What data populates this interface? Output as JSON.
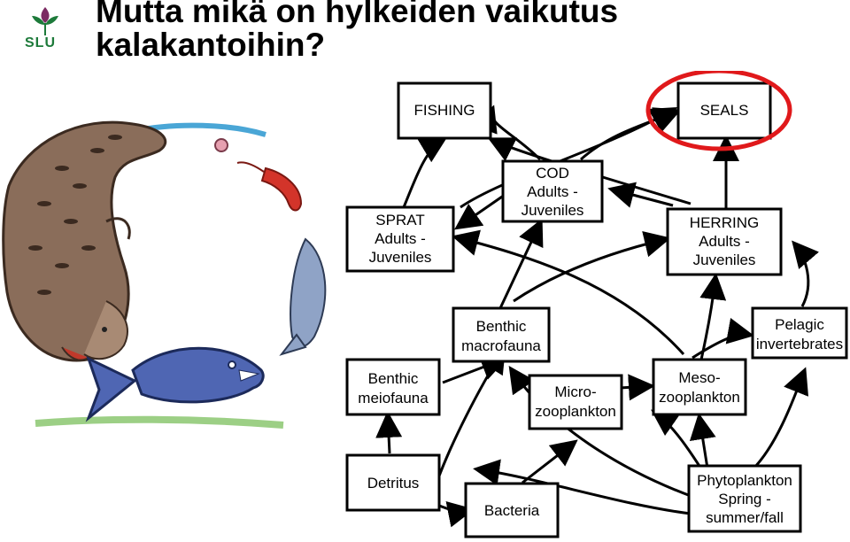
{
  "slide": {
    "title_line1": "Mutta mikä on hylkeiden vaikutus",
    "title_line2": "kalakantoihin?"
  },
  "logo": {
    "text": "SLU"
  },
  "diagram": {
    "nodes": {
      "fishing": [
        "FISHING"
      ],
      "seals": [
        "SEALS"
      ],
      "cod": [
        "COD",
        "Adults -",
        "Juveniles"
      ],
      "sprat": [
        "SPRAT",
        "Adults -",
        "Juveniles"
      ],
      "herring": [
        "HERRING",
        "Adults -",
        "Juveniles"
      ],
      "benthic_macrofauna": [
        "Benthic",
        "macrofauna"
      ],
      "pelagic_invertebrates": [
        "Pelagic",
        "invertebrates"
      ],
      "benthic_meiofauna": [
        "Benthic",
        "meiofauna"
      ],
      "mesozooplankton": [
        "Meso-",
        "zooplankton"
      ],
      "microzooplankton": [
        "Micro-",
        "zooplankton"
      ],
      "detritus": [
        "Detritus"
      ],
      "bacteria": [
        "Bacteria"
      ],
      "phytoplankton": [
        "Phytoplankton",
        "Spring -",
        "summer/fall"
      ]
    },
    "highlight_node": "seals",
    "highlight_color": "#e0191b"
  }
}
